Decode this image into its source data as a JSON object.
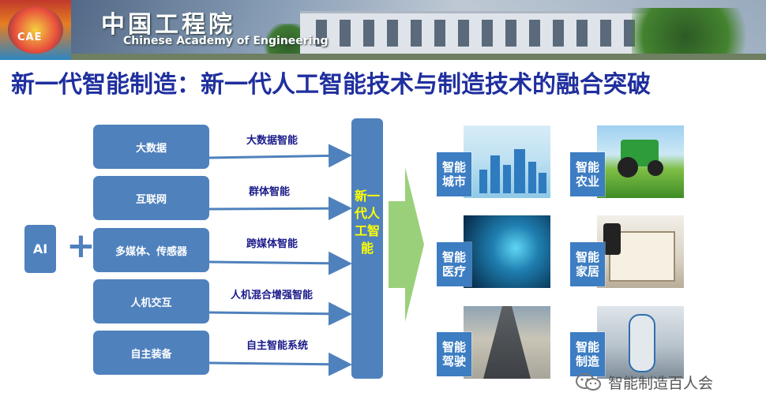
{
  "header": {
    "logo_text": "CAE",
    "cn_name": "中国工程院",
    "en_name": "Chinese Academy of Engineering"
  },
  "title": "新一代智能制造：新一代人工智能技术与制造技术的融合突破",
  "left": {
    "ai_label": "AI",
    "plus": "+",
    "sources": [
      {
        "label": "大数据",
        "arrow_label": "大数据智能"
      },
      {
        "label": "互联网",
        "arrow_label": "群体智能"
      },
      {
        "label": "多媒体、传感器",
        "arrow_label": "跨媒体智能"
      },
      {
        "label": "人机交互",
        "arrow_label": "人机混合增强智能"
      },
      {
        "label": "自主装备",
        "arrow_label": "自主智能系统"
      }
    ]
  },
  "center": {
    "vertical_label": "新一代人工智能"
  },
  "applications": [
    {
      "label": "智能城市"
    },
    {
      "label": "智能农业"
    },
    {
      "label": "智能医疗"
    },
    {
      "label": "智能家居"
    },
    {
      "label": "智能驾驶"
    },
    {
      "label": "智能制造"
    }
  ],
  "watermark": {
    "icon": "wechat-icon",
    "text": "智能制造百人会"
  },
  "colors": {
    "box_blue": "#4f81bd",
    "title_blue": "#1f2f9e",
    "highlight_yellow": "#ffff00",
    "arrow_green": "#9bd07a"
  }
}
